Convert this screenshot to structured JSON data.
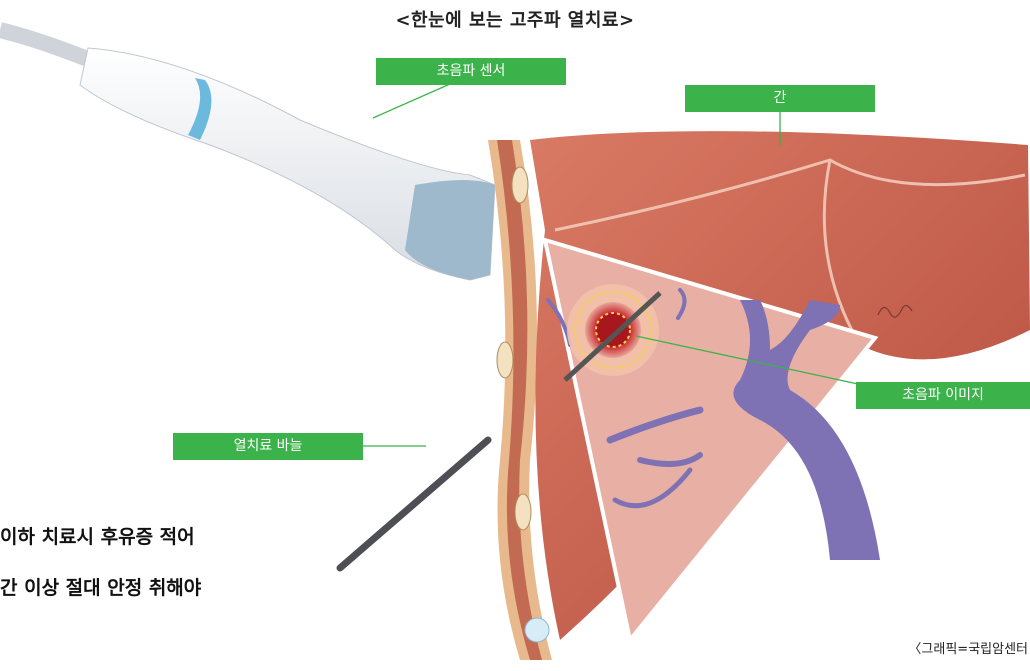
{
  "title": "<한눈에 보는 고주파 열치료>",
  "labels": {
    "probe": "초음파 센서",
    "liver": "간",
    "image": "초음파 이미지",
    "needle": "열치료 바늘"
  },
  "captions": {
    "line1": "이하 치료시 후유증 적어",
    "line2": "간 이상 절대 안정 취해야"
  },
  "credit": "〈그래픽=국립암센터",
  "colors": {
    "label_bg": "#3cb24a",
    "liver": "#c9604f",
    "vein": "#7e72b4",
    "tumor": "#c0262a",
    "probe_accent": "#6cb9de"
  }
}
